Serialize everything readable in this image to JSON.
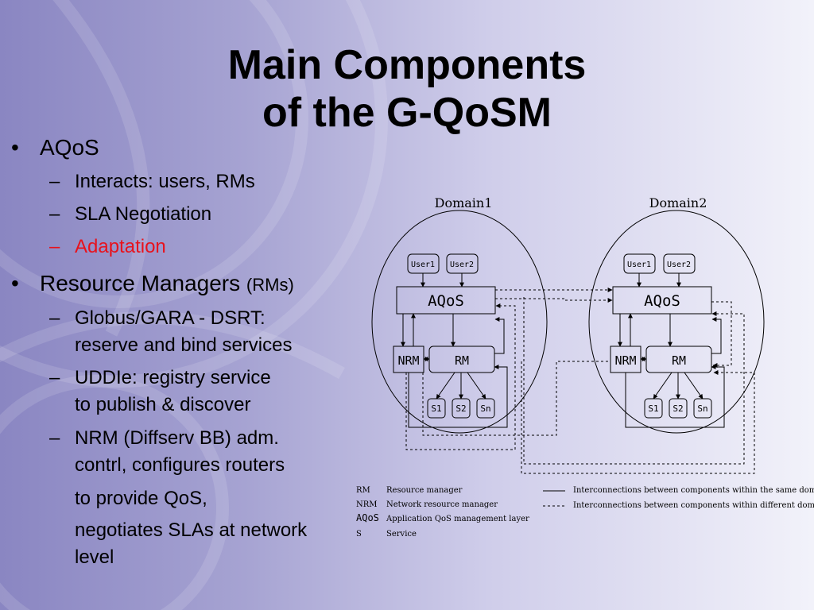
{
  "title": {
    "line1": "Main Components",
    "line2": "of the G-QoSM"
  },
  "bullets": {
    "aqos": {
      "label": "AQoS",
      "items": [
        "Interacts: users, RMs",
        "SLA Negotiation",
        "Adaptation"
      ]
    },
    "rm": {
      "label": "Resource Managers",
      "abbr": "(RMs)",
      "gara": {
        "line1": "Globus/GARA - DSRT:",
        "line2": "reserve and bind services"
      },
      "uddie": {
        "line1": "UDDIe: registry service",
        "line2": "to publish & discover"
      },
      "nrm": {
        "line1": "NRM (Diffserv BB) adm.",
        "line2": "contrl, configures routers",
        "line3": "to provide QoS,",
        "line4": "negotiates SLAs at network",
        "line5": "level"
      }
    }
  },
  "diagram": {
    "domain1": {
      "label": "Domain1",
      "user1": "User1",
      "user2": "User2",
      "aqos": "AQoS",
      "nrm": "NRM",
      "rm": "RM",
      "s1": "S1",
      "s2": "S2",
      "sn": "Sn"
    },
    "domain2": {
      "label": "Domain2",
      "user1": "User1",
      "user2": "User2",
      "aqos": "AQoS",
      "nrm": "NRM",
      "rm": "RM",
      "s1": "S1",
      "s2": "S2",
      "sn": "Sn"
    },
    "legend": {
      "rm_abbr": "RM",
      "rm_desc": "Resource manager",
      "nrm_abbr": "NRM",
      "nrm_desc": "Network resource manager",
      "aqos_abbr": "AQoS",
      "aqos_desc": "Application QoS management layer",
      "s_abbr": "S",
      "s_desc": "Service",
      "solid_desc": "Interconnections between components within the same domain",
      "dashed_desc": "Interconnections between components within different domains"
    }
  },
  "colors": {
    "accent_red": "#e8121c",
    "background_left": "#8a86c2",
    "background_right": "#f2f2fa"
  }
}
